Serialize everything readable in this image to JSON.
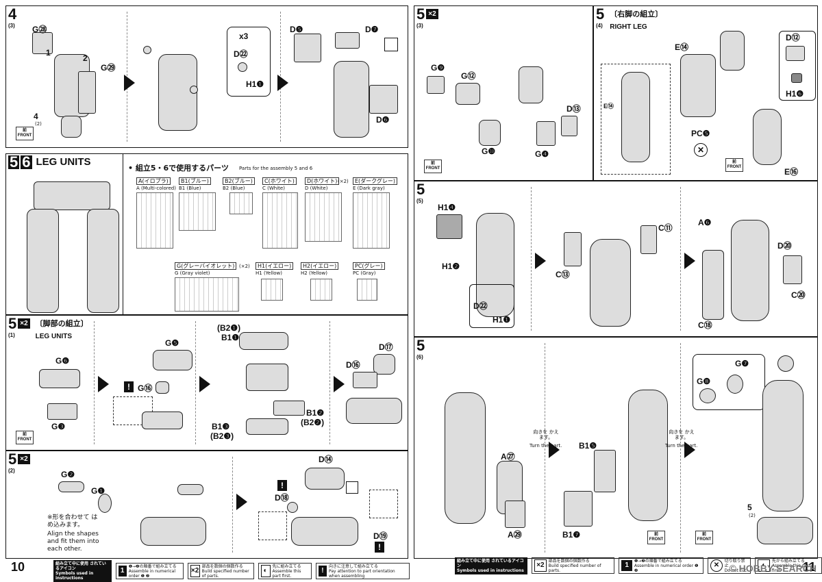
{
  "page_left": "10",
  "page_right": "11",
  "s4": {
    "num": "4",
    "sub": "(3)",
    "p1": {
      "g28": "G㉘",
      "g29": "G㉙",
      "step1": "1",
      "step2": "2",
      "ref": "4",
      "refsub": "(2)"
    },
    "p2": {
      "x3": "x3",
      "d22": "D㉒",
      "h11": "H1❶"
    },
    "p3": {
      "d5": "D❺",
      "d7": "D❼",
      "d6": "D❻"
    }
  },
  "s56": {
    "num1": "5",
    "num2": "6",
    "title": "LEG UNITS",
    "parts_title": "• 組立5・6で使用するパーツ",
    "parts_en": "Parts for the assembly 5 and 6",
    "runners": [
      {
        "jp": "A(イロプラ)",
        "en": "A (Multi-colored)"
      },
      {
        "jp": "B1(ブルー)",
        "en": "B1 (Blue)"
      },
      {
        "jp": "B2(ブルー)",
        "en": "B2 (Blue)"
      },
      {
        "jp": "C(ホワイト)",
        "en": "C (White)"
      },
      {
        "jp": "D(ホワイト)",
        "en": "D (White)",
        "mult": "(×2)"
      },
      {
        "jp": "E(ダークグレー)",
        "en": "E (Dark gray)"
      },
      {
        "jp": "G(グレーバイオレット)",
        "en": "G (Gray violet)",
        "mult": "(×2)"
      },
      {
        "jp": "H1(イエロー)",
        "en": "H1 (Yellow)"
      },
      {
        "jp": "H2(イエロー)",
        "en": "H2 (Yellow)"
      },
      {
        "jp": "PC(グレー)",
        "en": "PC (Gray)"
      }
    ]
  },
  "s51": {
    "num": "5",
    "sub": "(1)",
    "x2": "×2",
    "jp": "〔脚部の組立〕",
    "en": "LEG UNITS",
    "g6": "G❻",
    "g3": "G❸",
    "g5": "G❺",
    "g16": "G⑯",
    "b21": "(B2❶)",
    "b11": "B1❶",
    "b13": "B1❸",
    "b23": "(B2❸)",
    "b12": "B1❷",
    "b22": "(B2❷)",
    "d16": "D⑯",
    "d17": "D⑰"
  },
  "s52": {
    "num": "5",
    "sub": "(2)",
    "x2": "×2",
    "g2": "G❷",
    "g1": "G❶",
    "d14": "D⑭",
    "d18": "D⑱",
    "d19": "D⑲",
    "note_jp": "※形を合わせて はめ込みます。",
    "note_en": "Align the shapes and fit them into each other."
  },
  "s53": {
    "num": "5",
    "sub": "(3)",
    "x2": "×2",
    "g9": "G❾",
    "g12": "G⑫",
    "g10": "G❿",
    "d13": "D⑬",
    "g4": "G❹"
  },
  "s54": {
    "num": "5",
    "sub": "(4)",
    "jp": "〔右脚の組立〕",
    "en": "RIGHT LEG",
    "e14": "E⑭",
    "d12": "D⑫",
    "h16": "H1❻",
    "pc5": "PC❺",
    "e16": "E⑯"
  },
  "s55": {
    "num": "5",
    "sub": "(5)",
    "h14": "H1❹",
    "h12": "H1❷",
    "c13": "C⑬",
    "c11": "C⑪",
    "d22": "D㉒",
    "h11": "H1❶",
    "a6": "A❻",
    "d20": "D⑳",
    "c20": "C⑳",
    "c18": "C⑱"
  },
  "s56b": {
    "num": "5",
    "sub": "(6)",
    "a27": "A㉗",
    "a29": "A㉙",
    "b15": "B1❺",
    "b17": "B1❼",
    "g7": "G❼",
    "g8": "G❽",
    "turn_jp": "向きを かえます。",
    "turn_en": "Turn the part.",
    "ref": "5",
    "refsub": "(2)"
  },
  "front": {
    "jp": "前",
    "en": "FRONT"
  },
  "legend_left": {
    "head_jp": "組み立て中に使用 されているアイコン",
    "head_en": "Symbols used in instructions",
    "items": [
      {
        "icon": "1",
        "jp": "❶→❷の順番で組み立てる",
        "en": "Assemble in numerical order ❶ ❷"
      },
      {
        "icon": "×2",
        "jp": "部品を数個の個数作る",
        "en": "Build specified number of parts."
      },
      {
        "icon": "◐",
        "jp": "先に組み立てる",
        "en": "Assemble this part first."
      },
      {
        "icon": "!",
        "jp": "向きに注意して組み立てる",
        "en": "Pay attention to part orientation when assembling"
      }
    ]
  },
  "legend_right": {
    "head_jp": "組み立て中に使用 されているアイコン",
    "head_en": "Symbols used in instructions",
    "items": [
      {
        "icon": "×2",
        "jp": "部品を数個の個数作る",
        "en": "Build specified number of parts."
      },
      {
        "icon": "1",
        "jp": "❶→❷の順番で組み立てる",
        "en": "Assemble in numerical order ❶ ❷"
      },
      {
        "icon": "✕",
        "jp": "切り取り禁止",
        "en": "Do not cut."
      },
      {
        "icon": "◐",
        "jp": "先から組み立てる",
        "en": "Assemble this part first."
      }
    ]
  },
  "watermark": "© HOBBY SEARCH"
}
